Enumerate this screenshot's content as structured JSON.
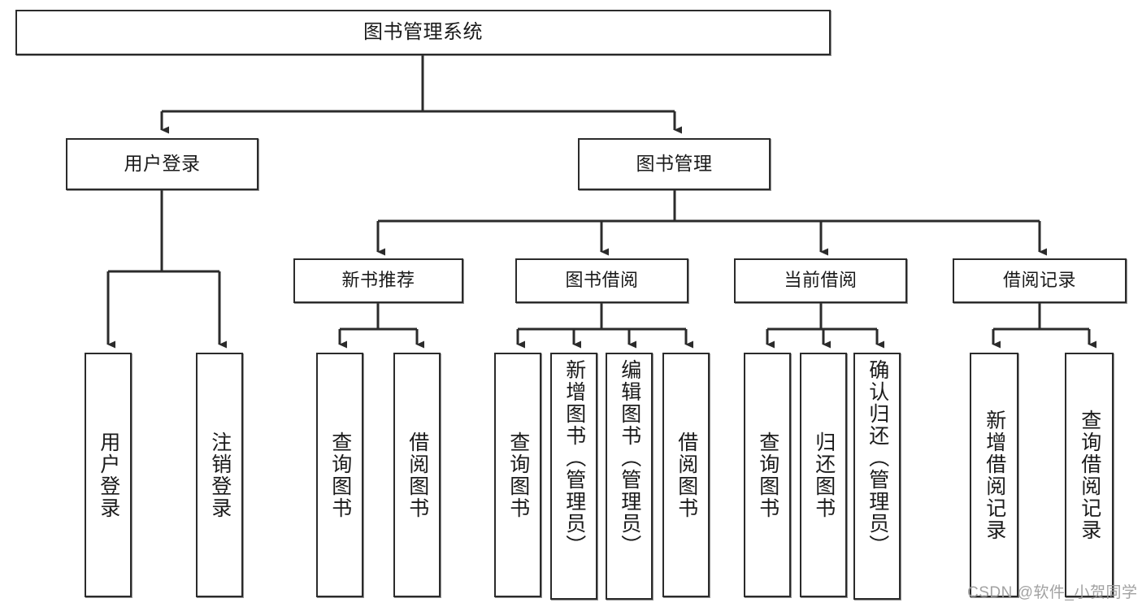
{
  "diagram": {
    "title": "图书管理系统",
    "type": "功能结构图",
    "colors": {
      "box_border": "#2b2b2b",
      "box_fill": "#ffffff",
      "connector": "#2b2b2b",
      "text": "#1a1a1a",
      "watermark": "#9a9a9a",
      "background": "#ffffff"
    }
  },
  "root": {
    "label": "图书管理系统"
  },
  "level2": [
    {
      "label": "用户登录"
    },
    {
      "label": "图书管理"
    }
  ],
  "level3": [
    {
      "label": "新书推荐"
    },
    {
      "label": "图书借阅"
    },
    {
      "label": "当前借阅"
    },
    {
      "label": "借阅记录"
    }
  ],
  "leaves": {
    "user_login": [
      {
        "label": "用户登录"
      },
      {
        "label": "注销登录"
      }
    ],
    "new_book_recommend": [
      {
        "label": "查询图书"
      },
      {
        "label": "借阅图书"
      }
    ],
    "book_borrow": [
      {
        "label": "查询图书"
      },
      {
        "label": "新增图书（管理员）"
      },
      {
        "label": "编辑图书（管理员）"
      },
      {
        "label": "借阅图书"
      }
    ],
    "current_borrow": [
      {
        "label": "查询图书"
      },
      {
        "label": "归还图书"
      },
      {
        "label": "确认归还（管理员）"
      }
    ],
    "borrow_record": [
      {
        "label": "新增借阅记录"
      },
      {
        "label": "查询借阅记录"
      }
    ]
  },
  "watermark": {
    "text": "CSDN @软件_小贺同学"
  }
}
